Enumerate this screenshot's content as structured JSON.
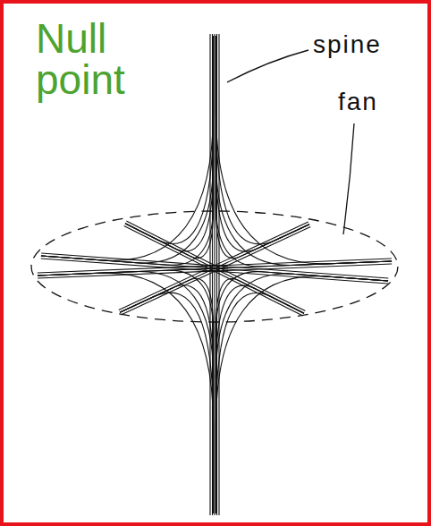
{
  "diagram": {
    "title": "Null point",
    "labels": [
      "spine",
      "fan"
    ]
  }
}
